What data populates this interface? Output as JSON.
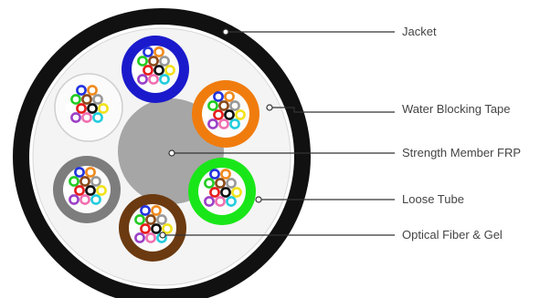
{
  "labels": {
    "jacket": "Jacket",
    "water_blocking_tape": "Water Blocking Tape",
    "strength_member": "Strength Member FRP",
    "loose_tube": "Loose Tube",
    "optical_fiber": "Optical Fiber & Gel"
  },
  "colors": {
    "jacket": "#111111",
    "tape": "#f4f4f4",
    "strength_member": "#a6a6a6",
    "tube_blue": "#1a1acc",
    "tube_orange": "#f07c0e",
    "tube_green": "#19e619",
    "tube_brown": "#6b3a10",
    "tube_grey": "#7d7d7d",
    "tube_white": "#f7f7f7",
    "leader_line": "#333333"
  },
  "fiber_colors": [
    "#2233dd",
    "#f08a1e",
    "#22cc22",
    "#8a4a1a",
    "#999999",
    "#ffffff",
    "#e81c1c",
    "#111111",
    "#f2e21a",
    "#9b3fc6",
    "#f06fb0",
    "#22ccdd"
  ],
  "tube_colors": [
    "blue",
    "orange",
    "green",
    "brown",
    "grey",
    "white"
  ]
}
